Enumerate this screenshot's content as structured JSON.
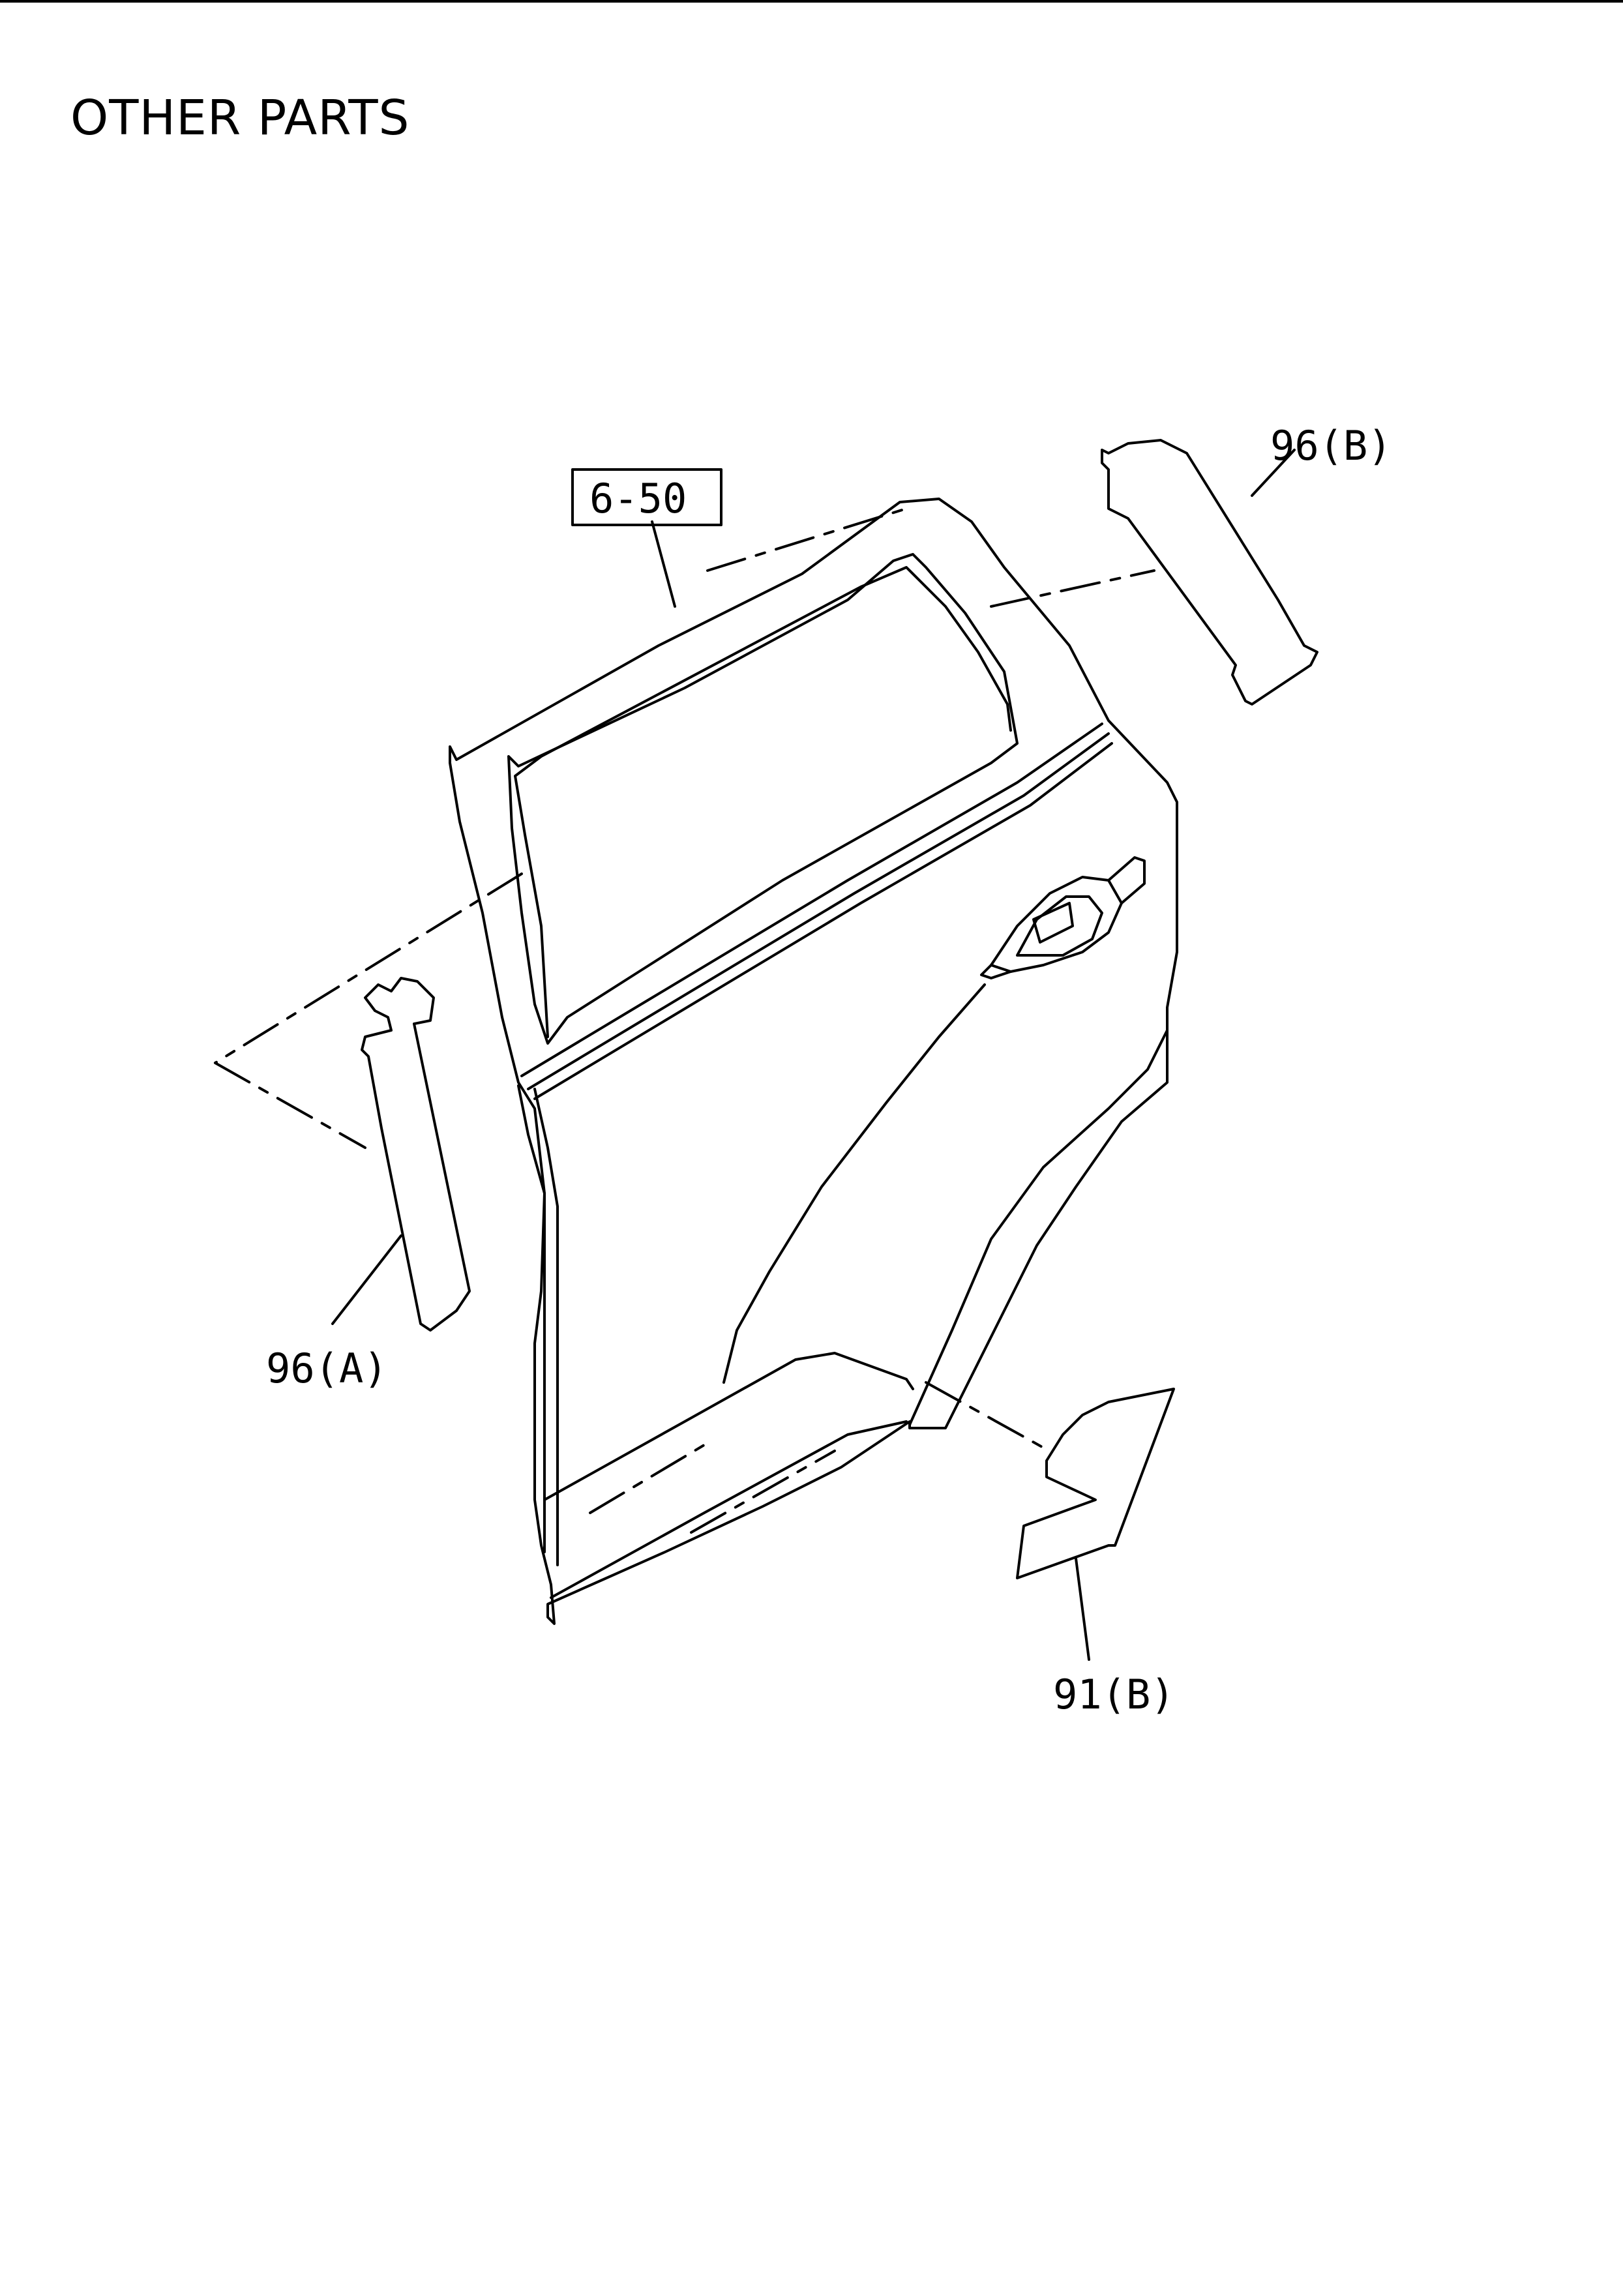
{
  "title": "OTHER PARTS",
  "callouts": {
    "ref_box": "6-50",
    "part_96b": "96(B)",
    "part_96a": "96(A)",
    "part_91b": "91(B)"
  },
  "colors": {
    "line": "#000000",
    "background": "#ffffff"
  }
}
